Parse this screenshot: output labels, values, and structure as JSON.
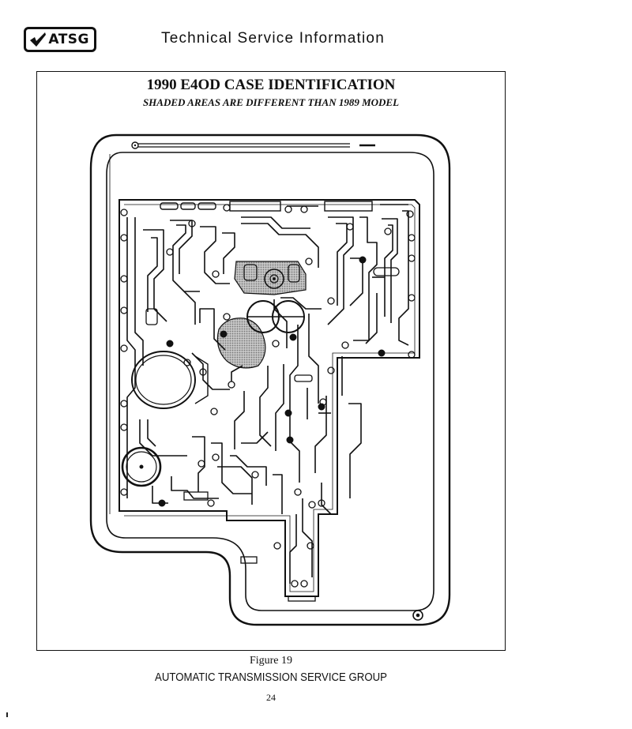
{
  "header": {
    "logo_text": "ATSG",
    "title": "Technical Service Information"
  },
  "figure": {
    "title": "1990 E4OD CASE IDENTIFICATION",
    "subtitle": "SHADED AREAS ARE DIFFERENT THAN 1989 MODEL",
    "caption": "Figure 19"
  },
  "footer": {
    "org": "AUTOMATIC TRANSMISSION SERVICE GROUP",
    "page_number": "24"
  },
  "colors": {
    "ink": "#111111",
    "shade": "#9a9a9a",
    "paper": "#ffffff"
  }
}
